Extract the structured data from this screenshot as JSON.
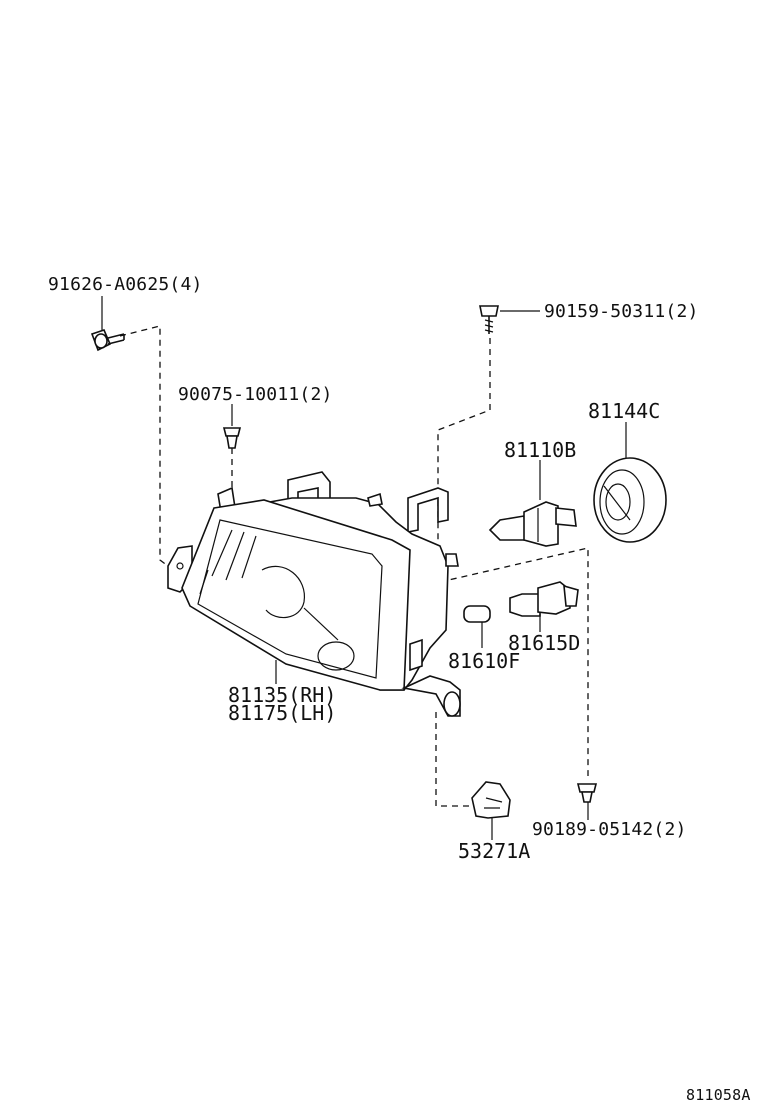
{
  "diagram": {
    "parts": {
      "bolt_label": "91626-A0625(4)",
      "screw_label": "90159-50311(2)",
      "clip_top_label": "90075-10011(2)",
      "cover_label": "81144C",
      "bulb_h4_label": "81110B",
      "bulb_small_label": "81610F",
      "bulb_socket_label": "81615D",
      "headlamp_rh_label": "81135(RH)",
      "headlamp_lh_label": "81175(LH)",
      "adjuster_label": "53271A",
      "clip_bottom_label": "90189-05142(2)"
    },
    "figure_id": "811058A"
  }
}
